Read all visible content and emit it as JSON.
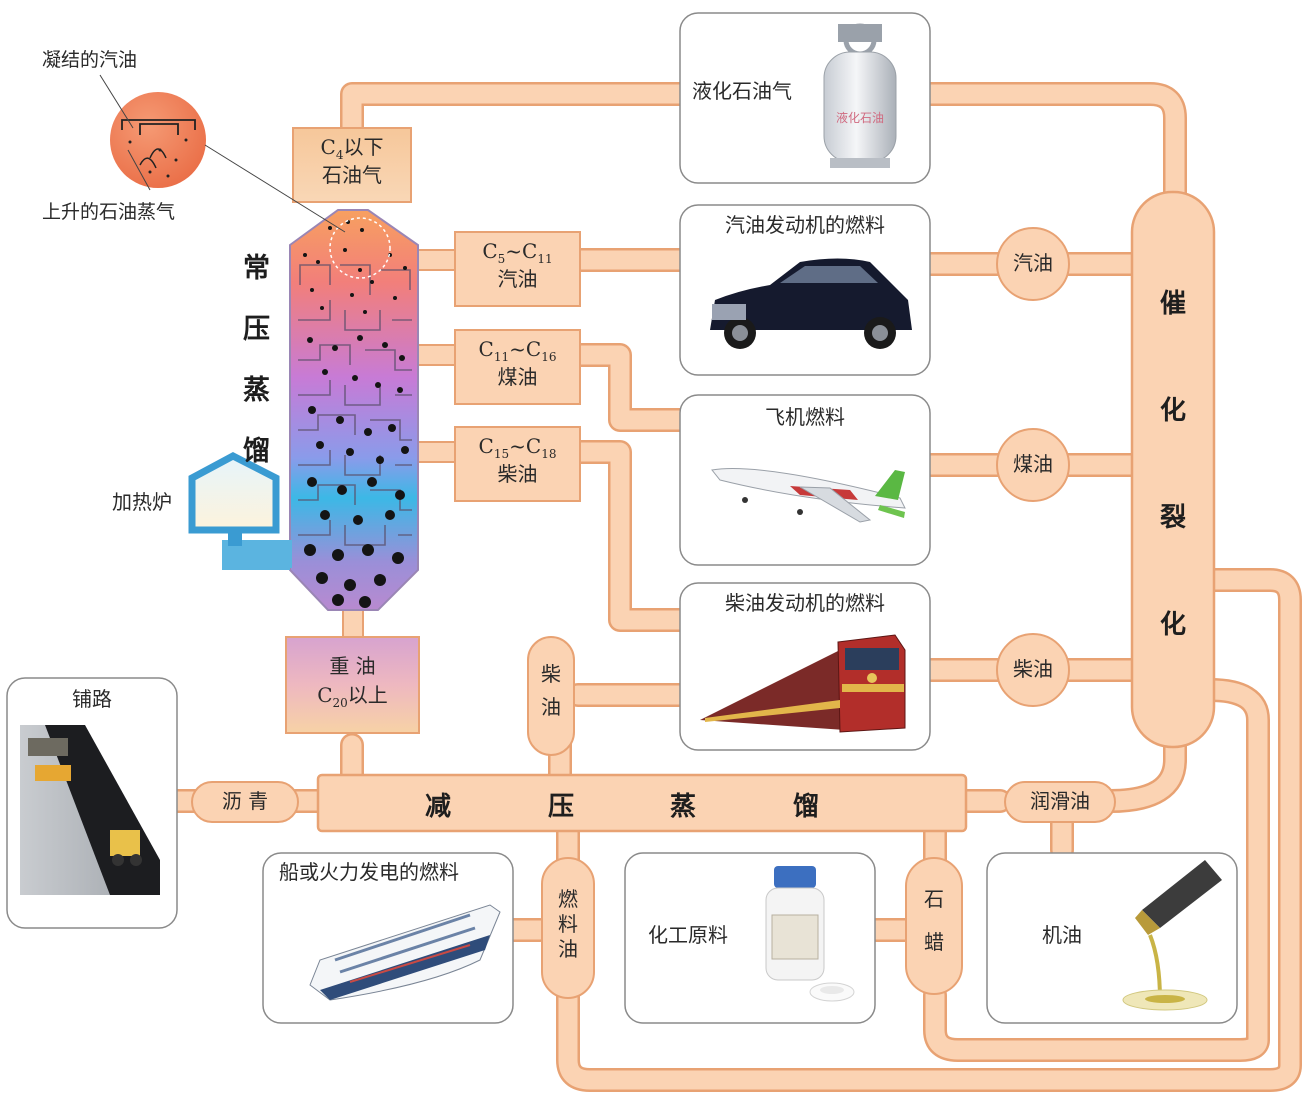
{
  "diagram": {
    "inset": {
      "top_label": "凝结的汽油",
      "bottom_label": "上升的石油蒸气"
    },
    "column": {
      "title_chars": [
        "常",
        "压",
        "蒸",
        "馏"
      ],
      "furnace_label": "加热炉"
    },
    "fractions": {
      "lpg": {
        "formula": "C",
        "sub": "4",
        "suffix": "以下",
        "name": "石油气"
      },
      "gasoline": {
        "c1": "C",
        "s1": "5",
        "tilde": "~C",
        "s2": "11",
        "name": "汽油"
      },
      "kerosene": {
        "c1": "C",
        "s1": "11",
        "tilde": "~C",
        "s2": "16",
        "name": "煤油"
      },
      "diesel": {
        "c1": "C",
        "s1": "15",
        "tilde": "~C",
        "s2": "18",
        "name": "柴油"
      },
      "heavy_oil": {
        "name": "重 油",
        "c1": "C",
        "s1": "20",
        "suffix": "以上"
      }
    },
    "products": {
      "lpg_box": "液化石油气",
      "lpg_tank_text": "液化石油",
      "car_box": "汽油发动机的燃料",
      "plane_box": "飞机燃料",
      "train_box": "柴油发动机的燃料",
      "paving_box": "铺路",
      "ship_box": "船或火力发电的燃料",
      "chem_box": "化工原料",
      "engine_oil_box": "机油"
    },
    "cracking": {
      "chars": [
        "催",
        "化",
        "裂",
        "化"
      ]
    },
    "circles": {
      "gasoline": "汽油",
      "kerosene": "煤油",
      "diesel": "柴油"
    },
    "vacuum": {
      "chars": [
        "减",
        "压",
        "蒸",
        "馏"
      ]
    },
    "pipe_labels": {
      "asphalt": "沥 青",
      "lubricant": "润滑油",
      "diesel_v": [
        "柴",
        "油"
      ],
      "fuel_oil_v": [
        "燃",
        "料",
        "油"
      ],
      "paraffin_v": [
        "石",
        "蜡"
      ]
    },
    "colors": {
      "pipe_fill": "#fbd3b3",
      "pipe_stroke": "#e8a273",
      "box_border": "#8a8a8a",
      "column_top": "#f7a56a",
      "column_mid": "#c77bd6",
      "column_low": "#37b6e4",
      "inset": "#ef7e55"
    }
  }
}
